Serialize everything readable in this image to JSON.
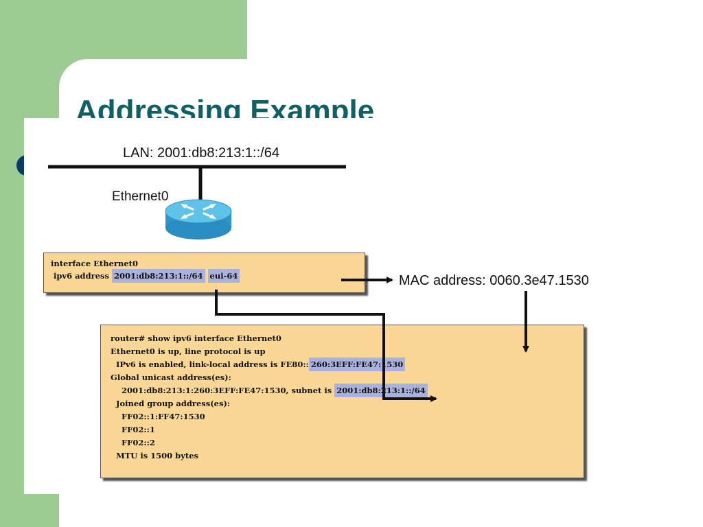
{
  "slide": {
    "title": "Addressing Example"
  },
  "diagram": {
    "lan_label": "LAN: 2001:db8:213:1::/64",
    "interface_label": "Ethernet0",
    "mac_label": "MAC address: 0060.3e47.1530",
    "config": {
      "line1": "interface Ethernet0",
      "line2_prefix": " ipv6 address ",
      "line2_prefix_hl": "2001:db8:213:1::/64",
      "line2_eui_hl": "eui-64"
    },
    "show": {
      "line1": "router# show ipv6 interface Ethernet0",
      "line2": "Ethernet0 is up, line protocol is up",
      "line3_prefix": "  IPv6 is enabled, link-local address is FE80::",
      "line3_hl": "260:3EFF:FE47:1530",
      "line4": "Global unicast address(es):",
      "line5_prefix": "    2001:db8:213:1:260:3EFF:FE47:1530, subnet is ",
      "line5_hl": "2001:db8:213:1::/64",
      "line6": "  Joined group address(es):",
      "line7": "    FF02::1:FF47:1530",
      "line8": "    FF02::1",
      "line9": "    FF02::2",
      "line10": "  MTU is 1500 bytes"
    },
    "colors": {
      "box_fill": "#fad795",
      "highlight": "#aab1dd",
      "title": "#0f5f63",
      "sidebar": "#9ccc94",
      "bullet": "#0c3a66"
    },
    "icons": [
      "router-icon"
    ]
  }
}
